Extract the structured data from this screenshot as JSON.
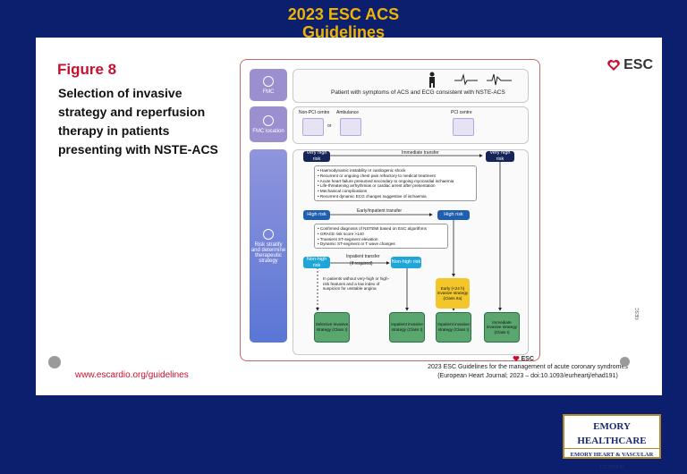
{
  "header": {
    "line1": "2023 ESC ACS",
    "line2": "Guidelines"
  },
  "slide": {
    "figure_label": "Figure 8",
    "figure_title": "Selection of invasive strategy and reperfusion therapy in patients presenting with NSTE-ACS",
    "esc_logo_text": "ESC",
    "footer_link": "www.escardio.org/guidelines",
    "citation_line1": "2023 ESC Guidelines for the management of acute coronary syndromes",
    "citation_line2": "(European Heart Journal; 2023 – doi:10.1093/eurheartj/ehad191)"
  },
  "diagram": {
    "left_labels": {
      "fmc": "FMC",
      "fmc_location": "FMC location",
      "risk": "Risk stratify and determine therapeutic strategy"
    },
    "patient_text": "Patient with symptoms of ACS and ECG consistent with NSTE-ACS",
    "non_pci_centre": "Non-PCI centre",
    "or_text": "or",
    "ambulance": "Ambulance",
    "pci_centre": "PCI centre",
    "very_high_risk": "Very high risk",
    "immediate_transfer": "Immediate transfer",
    "very_high_bullets": [
      "• Haemodynamic instability or cardiogenic shock",
      "• Recurrent or ongoing chest pain refractory to medical treatment",
      "• Acute heart failure presumed secondary to ongoing myocardial ischaemia",
      "• Life-threatening arrhythmias or cardiac arrest after presentation",
      "• Mechanical complications",
      "• Recurrent dynamic ECG changes suggestive of ischaemia"
    ],
    "high_risk": "High risk",
    "early_transfer": "Early/inpatient transfer",
    "high_bullets": [
      "• Confirmed diagnosis of NSTEMI based on ESC algorithms",
      "• GRACE risk score >140",
      "• Transient ST-segment elevation",
      "• Dynamic ST-segment or T wave changes"
    ],
    "non_high_risk": "Non-high risk",
    "inpatient_transfer": "Inpatient transfer",
    "if_required": "(if required)",
    "non_high_note": "In patients without very-high or high-risk features and a low index of suspicion for unstable angina",
    "early_strategy": "Early (<24 h) invasive strategy (Class IIa)",
    "outcomes": [
      "Selective invasive strategy (Class I)",
      "Inpatient invasive strategy (Class I)",
      "Inpatient invasive strategy (Class I)",
      "Immediate invasive strategy (Class I)"
    ],
    "esc_small": "ESC",
    "copyright": "©ESC"
  },
  "emory": {
    "top": "EMORY HEALTHCARE",
    "bottom": "EMORY HEART & VASCULAR CENTER"
  },
  "colors": {
    "accent_red": "#c8102e",
    "header_gold": "#f0b400",
    "background": "#0b1f6e"
  }
}
